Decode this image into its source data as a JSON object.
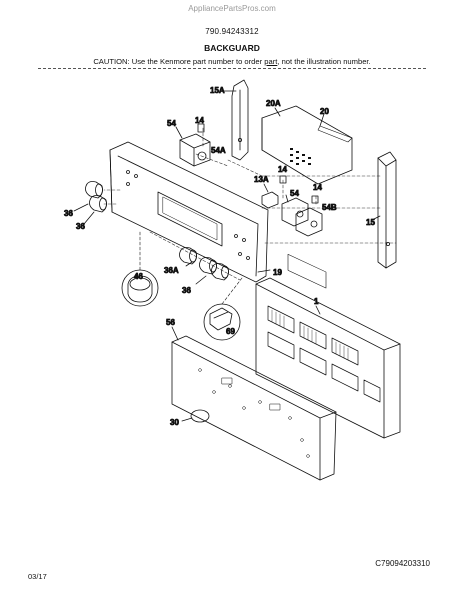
{
  "watermark": "AppliancePartsPros.com",
  "model_number": "790.94243312",
  "section_title": "BACKGUARD",
  "caution": {
    "prefix": "CAUTION: Use the Kenmore part number to order ",
    "underlined": "part",
    "suffix": ", not the illustration number."
  },
  "callouts": {
    "p15a": "15A",
    "p20a": "20A",
    "p20": "20",
    "p54_top": "54",
    "p14_top": "14",
    "p54a": "54A",
    "p14_mid": "14",
    "p13a": "13A",
    "p54_mid": "54",
    "p14_right": "14",
    "p54b": "54B",
    "p15": "15",
    "p36_a": "36",
    "p36_b": "36",
    "p46": "46",
    "p36a": "36A",
    "p36_c": "36",
    "p19": "19",
    "p1": "1",
    "p69": "69",
    "p56": "56",
    "p30": "30"
  },
  "document_id": "C79094203310",
  "date": "03/17"
}
